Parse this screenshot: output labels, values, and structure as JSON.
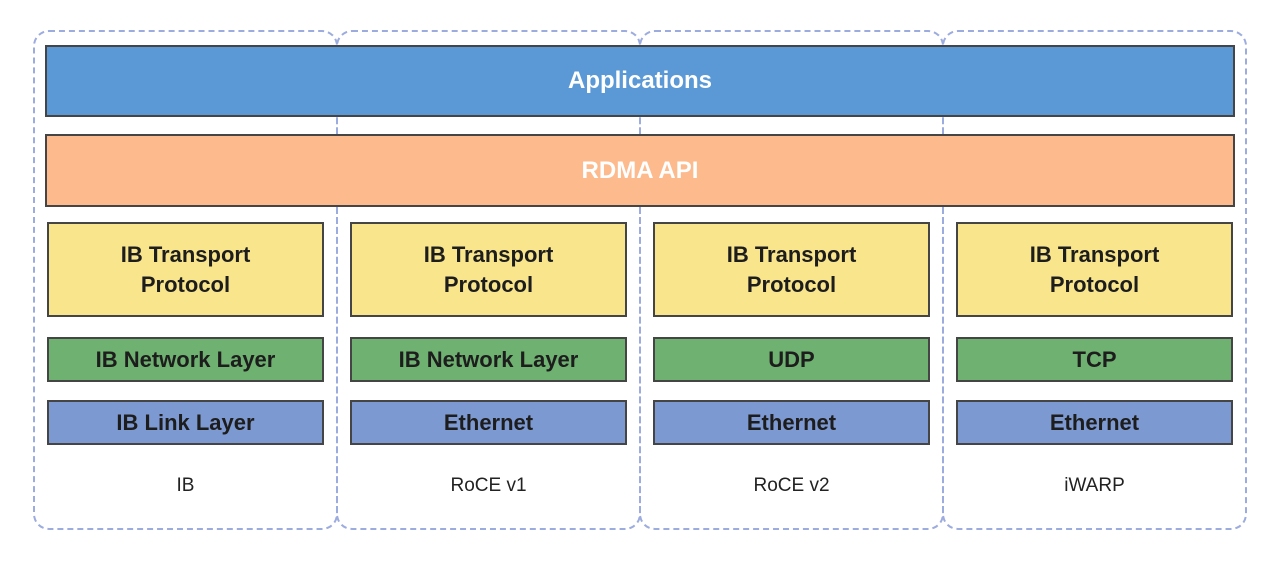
{
  "colors": {
    "applications_bar": "#5b99d6",
    "rdma_api_bar": "#fdba8d",
    "transport_box": "#f8e58c",
    "network_box": "#6fb170",
    "link_box": "#7d99d1",
    "lane_dashed_border": "#9dacdf",
    "box_border": "#454545",
    "bar_text": "#ffffff",
    "box_text": "#1d1d1d"
  },
  "spanning_layers": {
    "applications": "Applications",
    "rdma_api": "RDMA API"
  },
  "lanes": [
    {
      "label": "IB",
      "transport": "IB Transport Protocol",
      "network": "IB Network Layer",
      "link": "IB Link Layer"
    },
    {
      "label": "RoCE v1",
      "transport": "IB Transport Protocol",
      "network": "IB Network Layer",
      "link": "Ethernet"
    },
    {
      "label": "RoCE v2",
      "transport": "IB Transport Protocol",
      "network": "UDP",
      "link": "Ethernet"
    },
    {
      "label": "iWARP",
      "transport": "IB Transport Protocol",
      "network": "TCP",
      "link": "Ethernet"
    }
  ]
}
